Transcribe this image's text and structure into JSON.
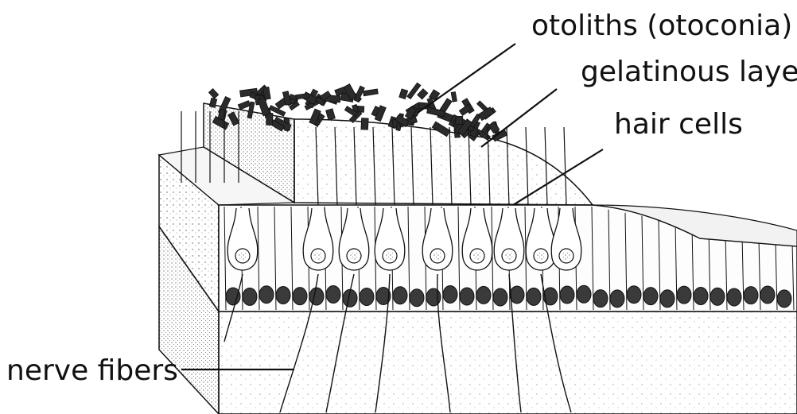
{
  "labels": {
    "otoliths": "otoliths (otoconia)",
    "gelatinous": "gelatinous layer",
    "hair_cells": "hair cells",
    "nerve_fibers": "nerve fibers"
  },
  "colors": {
    "ink": "#111111",
    "otolith_fill": "#2b2b2b",
    "nucleus_fill": "#3a3a3a",
    "paper": "#ffffff"
  }
}
